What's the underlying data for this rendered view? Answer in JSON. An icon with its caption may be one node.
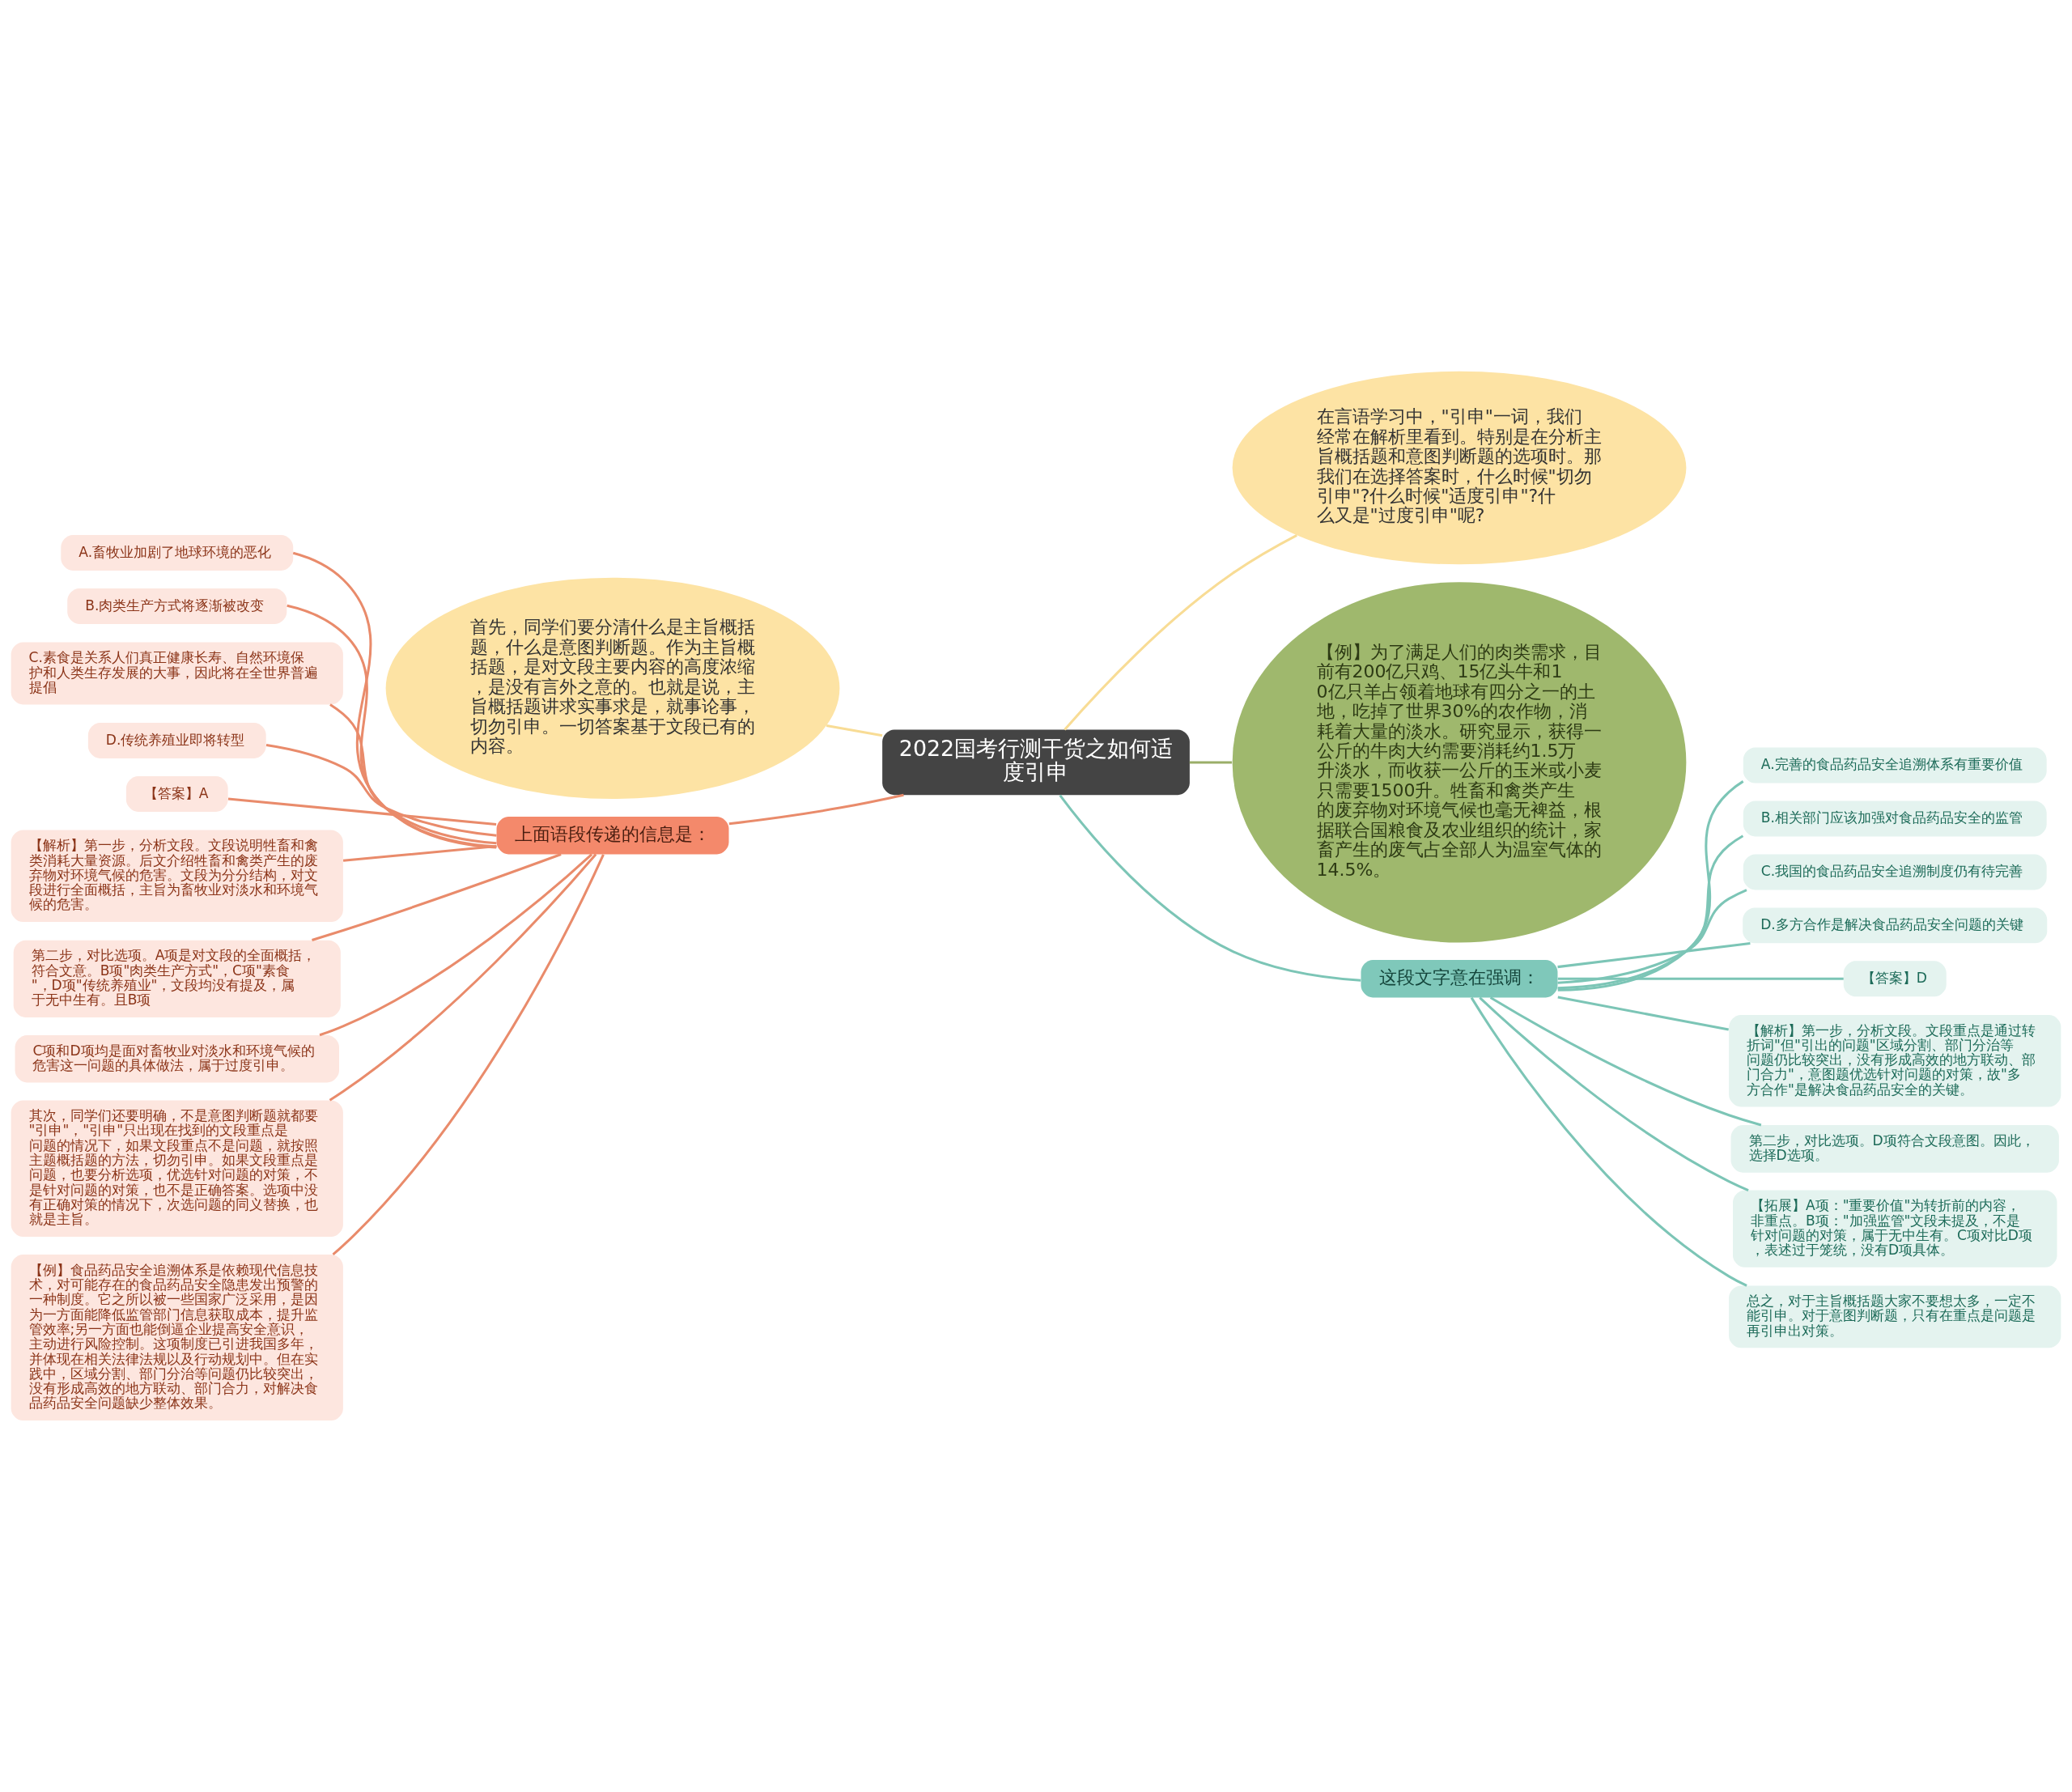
{
  "diagram": {
    "nodes": [
      {
        "text": [
          "2022国考行测干货之如何适度引申"
        ]
      },
      {
        "text": [
          "首先，同学们要分清什么是主旨概括题，什么是意图判断题。作为主旨概括题，是对文段主要内容的高度浓缩，是没有言外之意的。也就是说，主旨概括题讲求实事求是，就事论事，切勿引申。一切答案基于文段已有的内容。"
        ]
      },
      {
        "text": [
          "在言语学习中，\"引申\"一词，我们经常在解析里看到。特别是在分析主旨概括题和意图判断题的选项时。那我们在选择答案时，什么时候\"切勿引申\"?什么时候\"适度引申\"?什么又是\"过度引申\"呢?"
        ]
      },
      {
        "text": [
          "【例】为了满足人们的肉类需求，目前有200亿只鸡、15亿头牛和10亿只羊占领着地球有四分之一的土地，吃掉了世界30%的农作物，消耗着大量的淡水。研究显示，获得一公斤的牛肉大约需要消耗约1.5万升淡水，而收获一公斤的玉米或小麦只需要1500升。牲畜和禽类产生的废弃物对环境气候也毫无裨益，根据联合国粮食及农业组织的统计，家畜产生的废气占全部人为温室气体的14.5%。"
        ]
      },
      {
        "text": [
          "上面语段传递的信息是："
        ]
      },
      {
        "text": [
          "A.畜牧业加剧了地球环境的恶化"
        ]
      },
      {
        "text": [
          "B.肉类生产方式将逐渐被改变"
        ]
      },
      {
        "text": [
          "C.素食是关系人们真正健康长寿、自然环境保护和人类生存发展的大事，因此将在全世界普遍提倡"
        ]
      },
      {
        "text": [
          "D.传统养殖业即将转型"
        ]
      },
      {
        "text": [
          "【答案】A"
        ]
      },
      {
        "text": [
          "【解析】第一步，分析文段。文段说明牲畜和禽类消耗大量资源。后文介绍牲畜和禽类产生的废弃物对环境气候的危害。文段为分分结构，对文段进行全面概括，主旨为畜牧业对淡水和环境气候的危害。"
        ]
      },
      {
        "text": [
          "第二步，对比选项。A项是对文段的全面概括，符合文意。B项\"肉类生产方式\"，C项\"素食\"，D项\"传统养殖业\"，文段均没有提及，属于无中生有。且B项"
        ]
      },
      {
        "text": [
          "C项和D项均是面对畜牧业对淡水和环境气候的危害这一问题的具体做法，属于过度引申。"
        ]
      },
      {
        "text": [
          "其次，同学们还要明确，不是意图判断题就都要\"引申\"，\"引申\"只出现在找到的文段重点是问题的情况下，如果文段重点不是问题，就按照主题概括题的方法，切勿引申。如果文段重点是问题，也要分析选项，优选针对问题的对策，不是针对问题的对策，也不是正确答案。选项中没有正确对策的情况下，次选问题的同义替换，也就是主旨。"
        ]
      },
      {
        "text": [
          "【例】食品药品安全追溯体系是依赖现代信息技术，对可能存在的食品药品安全隐患发出预警的一种制度。它之所以被一些国家广泛采用，是因为一方面能降低监管部门信息获取成本，提升监管效率;另一方面也能倒逼企业提高安全意识，主动进行风险控制。这项制度已引进我国多年，并体现在相关法律法规以及行动规划中。但在实践中，区域分割、部门分治等问题仍比较突出，没有形成高效的地方联动、部门合力，对解决食品药品安全问题缺少整体效果。"
        ]
      },
      {
        "text": [
          "这段文字意在强调："
        ]
      },
      {
        "text": [
          "A.完善的食品药品安全追溯体系有重要价值"
        ]
      },
      {
        "text": [
          "B.相关部门应该加强对食品药品安全的监管"
        ]
      },
      {
        "text": [
          "C.我国的食品药品安全追溯制度仍有待完善"
        ]
      },
      {
        "text": [
          "D.多方合作是解决食品药品安全问题的关键"
        ]
      },
      {
        "text": [
          "【答案】D"
        ]
      },
      {
        "text": [
          "【解析】第一步，分析文段。文段重点是通过转折词\"但\"引出的问题\"区域分割、部门分治等问题仍比较突出，没有形成高效的地方联动、部门合力\"，意图题优选针对问题的对策，故\"多方合作\"是解决食品药品安全的关键。"
        ]
      },
      {
        "text": [
          "第二步，对比选项。D项符合文段意图。因此，选择D选项。"
        ]
      },
      {
        "text": [
          "【拓展】A项：\"重要价值\"为转折前的内容，非重点。B项：\"加强监管\"文段未提及，不是针对问题的对策，属于无中生有。C项对比D项，表述过于笼统，没有D项具体。"
        ]
      },
      {
        "text": [
          "总之，对于主旨概括题大家不要想太多，一定不能引申。对于意图判断题，只有在重点是问题是再引申出对策。"
        ]
      }
    ],
    "edges": [
      {
        "from": 0,
        "to": 1,
        "arrow": "none",
        "color": "#f8dc95"
      },
      {
        "from": 0,
        "to": 2,
        "arrow": "none",
        "color": "#f8dc95"
      },
      {
        "from": 0,
        "to": 3,
        "arrow": "none",
        "color": "#9aae68"
      },
      {
        "from": 0,
        "to": 4,
        "arrow": "none"
      },
      {
        "from": 4,
        "to": 5,
        "arrow": "none"
      },
      {
        "from": 4,
        "to": 6,
        "arrow": "none"
      },
      {
        "from": 4,
        "to": 7,
        "arrow": "none"
      },
      {
        "from": 4,
        "to": 8,
        "arrow": "none"
      },
      {
        "from": 4,
        "to": 9,
        "arrow": "none"
      },
      {
        "from": 4,
        "to": 10,
        "arrow": "none"
      },
      {
        "from": 4,
        "to": 11,
        "arrow": "none"
      },
      {
        "from": 4,
        "to": 12,
        "arrow": "none"
      },
      {
        "from": 4,
        "to": 13,
        "arrow": "none"
      },
      {
        "from": 4,
        "to": 14,
        "arrow": "none"
      },
      {
        "from": 0,
        "to": 15,
        "arrow": "none",
        "color": "#7cc5b6"
      },
      {
        "from": 15,
        "to": 16,
        "arrow": "none",
        "color": "#7cc5b6"
      },
      {
        "from": 15,
        "to": 17,
        "arrow": "none",
        "color": "#7cc5b6"
      },
      {
        "from": 15,
        "to": 18,
        "arrow": "none",
        "color": "#7cc5b6"
      },
      {
        "from": 15,
        "to": 19,
        "arrow": "none",
        "color": "#7cc5b6"
      },
      {
        "from": 15,
        "to": 20,
        "arrow": "none",
        "color": "#7cc5b6"
      },
      {
        "from": 15,
        "to": 21,
        "arrow": "none",
        "color": "#7cc5b6"
      },
      {
        "from": 15,
        "to": 22,
        "arrow": "none",
        "color": "#7cc5b6"
      },
      {
        "from": 15,
        "to": 23,
        "arrow": "none",
        "color": "#7cc5b6"
      },
      {
        "from": 15,
        "to": 24,
        "arrow": "none",
        "color": "#7cc5b6"
      }
    ]
  }
}
